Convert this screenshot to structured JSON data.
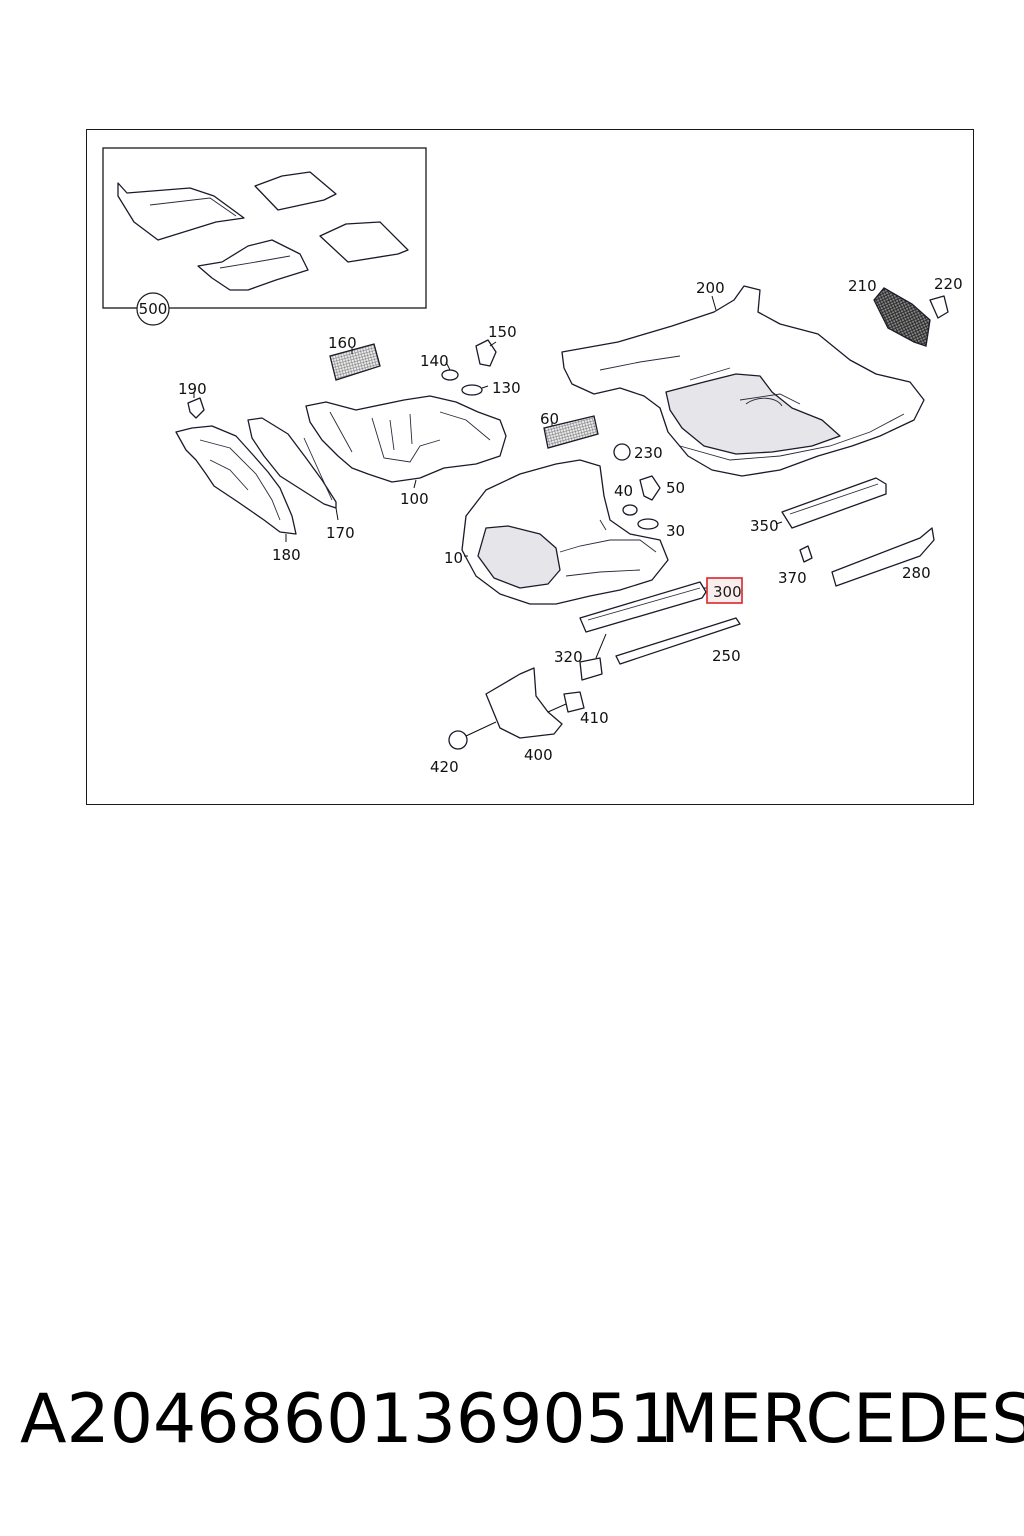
{
  "diagram": {
    "callouts": {
      "c500": "500",
      "c10": "10",
      "c30": "30",
      "c40": "40",
      "c50": "50",
      "c60": "60",
      "c100": "100",
      "c130": "130",
      "c140": "140",
      "c150": "150",
      "c160": "160",
      "c170": "170",
      "c180": "180",
      "c190": "190",
      "c200": "200",
      "c210": "210",
      "c220": "220",
      "c230": "230",
      "c250": "250",
      "c280": "280",
      "c300": "300",
      "c320": "320",
      "c350": "350",
      "c370": "370",
      "c400": "400",
      "c410": "410",
      "c420": "420"
    },
    "highlighted_callout": "300",
    "highlight_color": "#d9262c",
    "line_color": "#1a1a2a"
  },
  "footer": {
    "part_number": "A2046860136905​1",
    "brand": "MERCEDES"
  }
}
